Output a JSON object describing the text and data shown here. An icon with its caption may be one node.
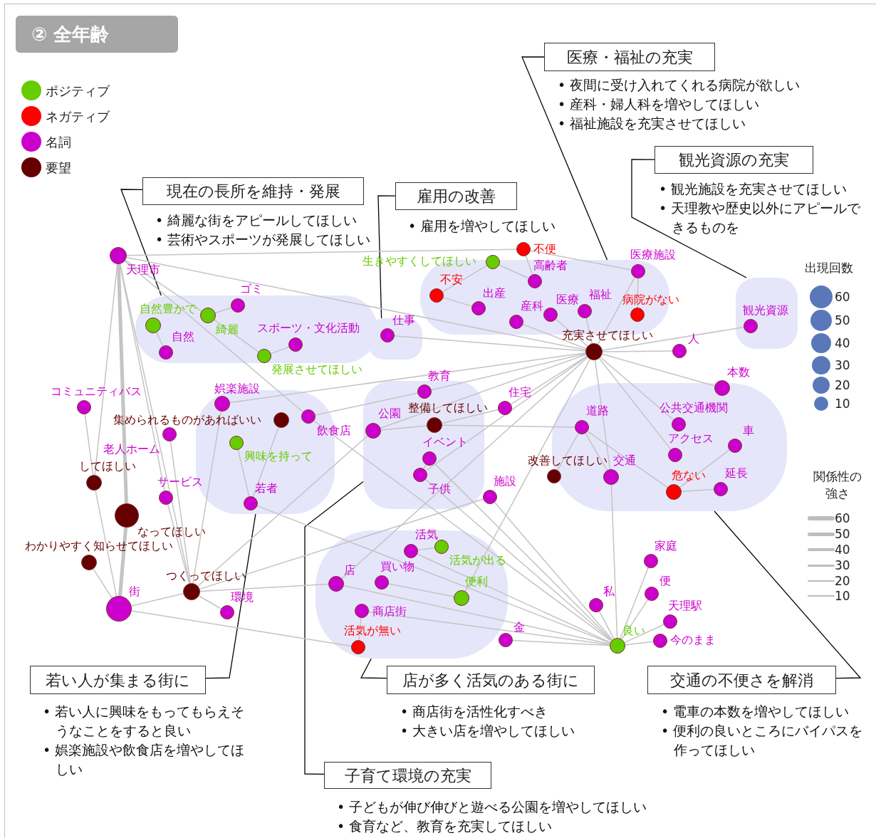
{
  "diagram": {
    "title": "② 全年齢",
    "nodes": [
      {
        "text": [
          "医療・福祉の充実",
          "• 夜間に受け入れてくれる病院が欲しい",
          "• 産科・婦人科を増やしてほしい",
          "• 福祉施設を充実させてほしい"
        ]
      },
      {
        "text": [
          "観光資源の充実",
          "• 観光施設を充実させてほしい",
          "• 天理教や歴史以外にアピールできるものを"
        ]
      },
      {
        "text": [
          "現在の長所を維持・発展",
          "• 綺麗な街をアピールしてほしい",
          "• 芸術やスポーツが発展してほしい"
        ]
      },
      {
        "text": [
          "雇用の改善",
          "• 雇用を増やしてほしい"
        ]
      },
      {
        "text": [
          "若い人が集まる街に",
          "• 若い人に興味をもってもらえそうなことをすると良い",
          "• 娯楽施設や飲食店を増やしてほしい"
        ]
      },
      {
        "text": [
          "店が多く活気のある街に",
          "• 商店街を活性化すべき",
          "• 大きい店を増やしてほしい"
        ]
      },
      {
        "text": [
          "交通の不便さを解消",
          "• 電車の本数を増やしてほしい",
          "• 便利の良いところにバイパスを作ってほしい"
        ]
      },
      {
        "text": [
          "子育て環境の充実",
          "• 子どもが伸び伸びと遊べる公園を増やしてほしい",
          "• 食育など、教育を充実してほしい"
        ]
      },
      {
        "text": [],
        "shape": "blob"
      },
      {
        "text": [],
        "shape": "blob"
      },
      {
        "text": [],
        "shape": "blob"
      },
      {
        "text": [],
        "shape": "blob"
      },
      {
        "text": [],
        "shape": "blob"
      },
      {
        "text": [],
        "shape": "blob"
      },
      {
        "text": [],
        "shape": "blob"
      },
      {
        "text": [],
        "shape": "blob"
      },
      {
        "text": [
          "天理市"
        ]
      },
      {
        "text": [
          "自然豊かで"
        ],
        "in": 8
      },
      {
        "text": [
          "綺麗"
        ],
        "in": 8
      },
      {
        "text": [
          "ゴミ"
        ],
        "in": 8
      },
      {
        "text": [
          "自然"
        ],
        "in": 8
      },
      {
        "text": [
          "スポーツ・文化活動"
        ],
        "in": 8
      },
      {
        "text": [
          "発展させてほしい"
        ],
        "in": 8
      },
      {
        "text": [
          "仕事"
        ],
        "in": 9
      },
      {
        "text": [
          "生きやすくしてほしい"
        ]
      },
      {
        "text": [
          "不便"
        ]
      },
      {
        "text": [
          "高齢者"
        ],
        "in": 10
      },
      {
        "text": [
          "不安"
        ],
        "in": 10
      },
      {
        "text": [
          "出産"
        ],
        "in": 10
      },
      {
        "text": [
          "産科"
        ],
        "in": 10
      },
      {
        "text": [
          "医療"
        ],
        "in": 10
      },
      {
        "text": [
          "福祉"
        ],
        "in": 10
      },
      {
        "text": [
          "医療施設"
        ],
        "in": 10
      },
      {
        "text": [
          "病院がない"
        ],
        "in": 10
      },
      {
        "text": [
          "充実させてほしい"
        ]
      },
      {
        "text": [
          "観光資源"
        ],
        "in": 11
      },
      {
        "text": [
          "人"
        ]
      },
      {
        "text": [
          "本数"
        ]
      },
      {
        "text": [
          "コミュニティバス"
        ]
      },
      {
        "text": [
          "娯楽施設"
        ],
        "in": 12
      },
      {
        "text": [
          "集められるものがあればいい"
        ],
        "in": 12
      },
      {
        "text": [
          "飲食店"
        ],
        "in": 12
      },
      {
        "text": [
          "老人ホーム"
        ]
      },
      {
        "text": [
          "興味を持って"
        ],
        "in": 12
      },
      {
        "text": [
          "若者"
        ],
        "in": 12
      },
      {
        "text": [
          "してほしい"
        ]
      },
      {
        "text": [
          "サービス"
        ]
      },
      {
        "text": [
          "なってほしい"
        ]
      },
      {
        "text": [
          "わかりやすく知らせてほしい"
        ]
      },
      {
        "text": [
          "街"
        ]
      },
      {
        "text": [
          "つくってほしい"
        ]
      },
      {
        "text": [
          "環境"
        ]
      },
      {
        "text": [
          "教育"
        ],
        "in": 13
      },
      {
        "text": [
          "整備してほしい"
        ],
        "in": 13
      },
      {
        "text": [
          "公園"
        ],
        "in": 13
      },
      {
        "text": [
          "住宅"
        ]
      },
      {
        "text": [
          "イベント"
        ],
        "in": 13
      },
      {
        "text": [
          "子供"
        ],
        "in": 13
      },
      {
        "text": [
          "施設"
        ]
      },
      {
        "text": [
          "道路"
        ],
        "in": 14
      },
      {
        "text": [
          "改善してほしい"
        ],
        "in": 14
      },
      {
        "text": [
          "交通"
        ],
        "in": 14
      },
      {
        "text": [
          "公共交通機関"
        ],
        "in": 14
      },
      {
        "text": [
          "アクセス"
        ],
        "in": 14
      },
      {
        "text": [
          "車"
        ],
        "in": 14
      },
      {
        "text": [
          "危ない"
        ],
        "in": 14
      },
      {
        "text": [
          "延長"
        ],
        "in": 14
      },
      {
        "text": [
          "活気"
        ],
        "in": 15
      },
      {
        "text": [
          "活気が出る"
        ],
        "in": 15
      },
      {
        "text": [
          "店"
        ],
        "in": 15
      },
      {
        "text": [
          "買い物"
        ],
        "in": 15
      },
      {
        "text": [
          "便利"
        ],
        "in": 15
      },
      {
        "text": [
          "商店街"
        ],
        "in": 15
      },
      {
        "text": [
          "活気が無い"
        ],
        "in": 15
      },
      {
        "text": [
          "金"
        ]
      },
      {
        "text": [
          "私"
        ]
      },
      {
        "text": [
          "家庭"
        ]
      },
      {
        "text": [
          "便"
        ]
      },
      {
        "text": [
          "天理駅"
        ]
      },
      {
        "text": [
          "良い"
        ]
      },
      {
        "text": [
          "今のまま"
        ]
      }
    ],
    "edges": [
      {
        "from": 0,
        "to": 10,
        "arrow": "none",
        "color": "#000000"
      },
      {
        "from": 1,
        "to": 11,
        "arrow": "none",
        "color": "#000000"
      },
      {
        "from": 2,
        "to": 8,
        "arrow": "none",
        "color": "#000000"
      },
      {
        "from": 3,
        "to": 9,
        "arrow": "none",
        "color": "#000000"
      },
      {
        "from": 4,
        "to": 12,
        "arrow": "none",
        "color": "#000000"
      },
      {
        "from": 5,
        "to": 15,
        "arrow": "none",
        "color": "#000000"
      },
      {
        "from": 6,
        "to": 14,
        "arrow": "none",
        "color": "#000000"
      },
      {
        "from": 7,
        "to": 13,
        "arrow": "none",
        "color": "#000000"
      },
      {
        "from": 16,
        "to": 25,
        "arrow": "none"
      },
      {
        "from": 16,
        "to": 34,
        "arrow": "none"
      },
      {
        "from": 16,
        "to": 18,
        "arrow": "none"
      },
      {
        "from": 16,
        "to": 41,
        "arrow": "none"
      },
      {
        "from": 16,
        "to": 45,
        "arrow": "none"
      },
      {
        "from": 16,
        "to": 47,
        "arrow": "none",
        "style": "thick"
      },
      {
        "from": 16,
        "to": 50,
        "arrow": "none"
      },
      {
        "from": 16,
        "to": 46,
        "arrow": "none"
      },
      {
        "from": 47,
        "to": 49,
        "arrow": "none",
        "style": "thick"
      },
      {
        "from": 38,
        "to": 45,
        "arrow": "none"
      },
      {
        "from": 45,
        "to": 49,
        "arrow": "none"
      },
      {
        "from": 48,
        "to": 49,
        "arrow": "none"
      },
      {
        "from": 49,
        "to": 50,
        "arrow": "none"
      },
      {
        "from": 49,
        "to": 73,
        "arrow": "none"
      },
      {
        "from": 42,
        "to": 50,
        "arrow": "none"
      },
      {
        "from": 46,
        "to": 50,
        "arrow": "none"
      },
      {
        "from": 39,
        "to": 50,
        "arrow": "none"
      },
      {
        "from": 39,
        "to": 34,
        "arrow": "none"
      },
      {
        "from": 41,
        "to": 52,
        "arrow": "none"
      },
      {
        "from": 41,
        "to": 79,
        "arrow": "none"
      },
      {
        "from": 40,
        "to": 44,
        "arrow": "none"
      },
      {
        "from": 43,
        "to": 44,
        "arrow": "none"
      },
      {
        "from": 44,
        "to": 79,
        "arrow": "none"
      },
      {
        "from": 50,
        "to": 51,
        "arrow": "none"
      },
      {
        "from": 50,
        "to": 69,
        "arrow": "none"
      },
      {
        "from": 50,
        "to": 54,
        "arrow": "none"
      },
      {
        "from": 50,
        "to": 58,
        "arrow": "none"
      },
      {
        "from": 54,
        "to": 53,
        "arrow": "none"
      },
      {
        "from": 53,
        "to": 59,
        "arrow": "none"
      },
      {
        "from": 53,
        "to": 55,
        "arrow": "none"
      },
      {
        "from": 52,
        "to": 34,
        "arrow": "none"
      },
      {
        "from": 54,
        "to": 34,
        "arrow": "none"
      },
      {
        "from": 55,
        "to": 34,
        "arrow": "none"
      },
      {
        "from": 56,
        "to": 57,
        "arrow": "none"
      },
      {
        "from": 57,
        "to": 79,
        "arrow": "none"
      },
      {
        "from": 57,
        "to": 34,
        "arrow": "none"
      },
      {
        "from": 56,
        "to": 79,
        "arrow": "none"
      },
      {
        "from": 69,
        "to": 34,
        "arrow": "none"
      },
      {
        "from": 69,
        "to": 79,
        "arrow": "none"
      },
      {
        "from": 70,
        "to": 71,
        "arrow": "none"
      },
      {
        "from": 67,
        "to": 68,
        "arrow": "none"
      },
      {
        "from": 67,
        "to": 79,
        "arrow": "none"
      },
      {
        "from": 71,
        "to": 34,
        "arrow": "none"
      },
      {
        "from": 72,
        "to": 73,
        "arrow": "none"
      },
      {
        "from": 72,
        "to": 79,
        "arrow": "none"
      },
      {
        "from": 74,
        "to": 79,
        "arrow": "none"
      },
      {
        "from": 58,
        "to": 79,
        "arrow": "none"
      },
      {
        "from": 59,
        "to": 61,
        "arrow": "none"
      },
      {
        "from": 59,
        "to": 65,
        "arrow": "none"
      },
      {
        "from": 60,
        "to": 59,
        "arrow": "none"
      },
      {
        "from": 61,
        "to": 79,
        "arrow": "none"
      },
      {
        "from": 34,
        "to": 29,
        "arrow": "none"
      },
      {
        "from": 34,
        "to": 30,
        "arrow": "none"
      },
      {
        "from": 34,
        "to": 31,
        "arrow": "none"
      },
      {
        "from": 34,
        "to": 32,
        "arrow": "none"
      },
      {
        "from": 34,
        "to": 36,
        "arrow": "none"
      },
      {
        "from": 34,
        "to": 35,
        "arrow": "none"
      },
      {
        "from": 34,
        "to": 37,
        "arrow": "none"
      },
      {
        "from": 34,
        "to": 62,
        "arrow": "none"
      },
      {
        "from": 34,
        "to": 63,
        "arrow": "none"
      },
      {
        "from": 34,
        "to": 61,
        "arrow": "none"
      },
      {
        "from": 34,
        "to": 23,
        "arrow": "none"
      },
      {
        "from": 32,
        "to": 33,
        "arrow": "none"
      },
      {
        "from": 24,
        "to": 26,
        "arrow": "none"
      },
      {
        "from": 24,
        "to": 27,
        "arrow": "none"
      },
      {
        "from": 25,
        "to": 26,
        "arrow": "none"
      },
      {
        "from": 25,
        "to": 32,
        "arrow": "none"
      },
      {
        "from": 28,
        "to": 27,
        "arrow": "none"
      },
      {
        "from": 65,
        "to": 66,
        "arrow": "none"
      },
      {
        "from": 65,
        "to": 64,
        "arrow": "none"
      },
      {
        "from": 79,
        "to": 75,
        "arrow": "none"
      },
      {
        "from": 79,
        "to": 76,
        "arrow": "none"
      },
      {
        "from": 79,
        "to": 77,
        "arrow": "none"
      },
      {
        "from": 79,
        "to": 78,
        "arrow": "none"
      },
      {
        "from": 79,
        "to": 80,
        "arrow": "none"
      },
      {
        "from": 19,
        "to": 18,
        "arrow": "none"
      },
      {
        "from": 17,
        "to": 20,
        "arrow": "none"
      },
      {
        "from": 22,
        "to": 21,
        "arrow": "none"
      },
      {
        "from": 18,
        "to": 22,
        "arrow": "none"
      }
    ],
    "labels": [
      "出現回数",
      "60",
      "50",
      "40",
      "30",
      "20",
      "10",
      "関係性の強さ",
      "60",
      "50",
      "40",
      "30",
      "20",
      "10"
    ],
    "legend": [
      {
        "text": "ポジティブ",
        "color": "#66cc00"
      },
      {
        "text": "ネガティブ",
        "color": "#ff0000"
      },
      {
        "text": "名詞",
        "color": "#cc00cc"
      },
      {
        "text": "要望",
        "color": "#660000"
      }
    ]
  }
}
